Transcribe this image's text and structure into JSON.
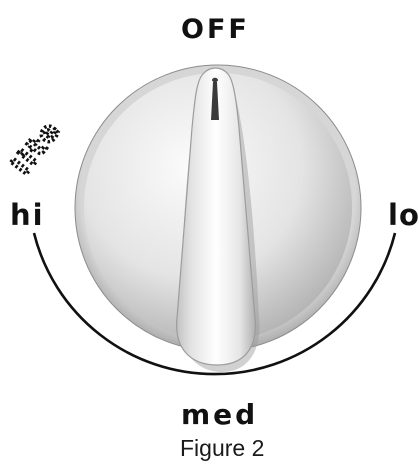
{
  "labels": {
    "off": "OFF",
    "lite": "lite",
    "hi": "hi",
    "lo": "lo",
    "med": "med"
  },
  "caption": "Figure 2",
  "colors": {
    "ink": "#111111",
    "knob_face": "#e6e6e6",
    "knob_shadow": "#a9a9a9",
    "handle": "#f7f7f7"
  }
}
